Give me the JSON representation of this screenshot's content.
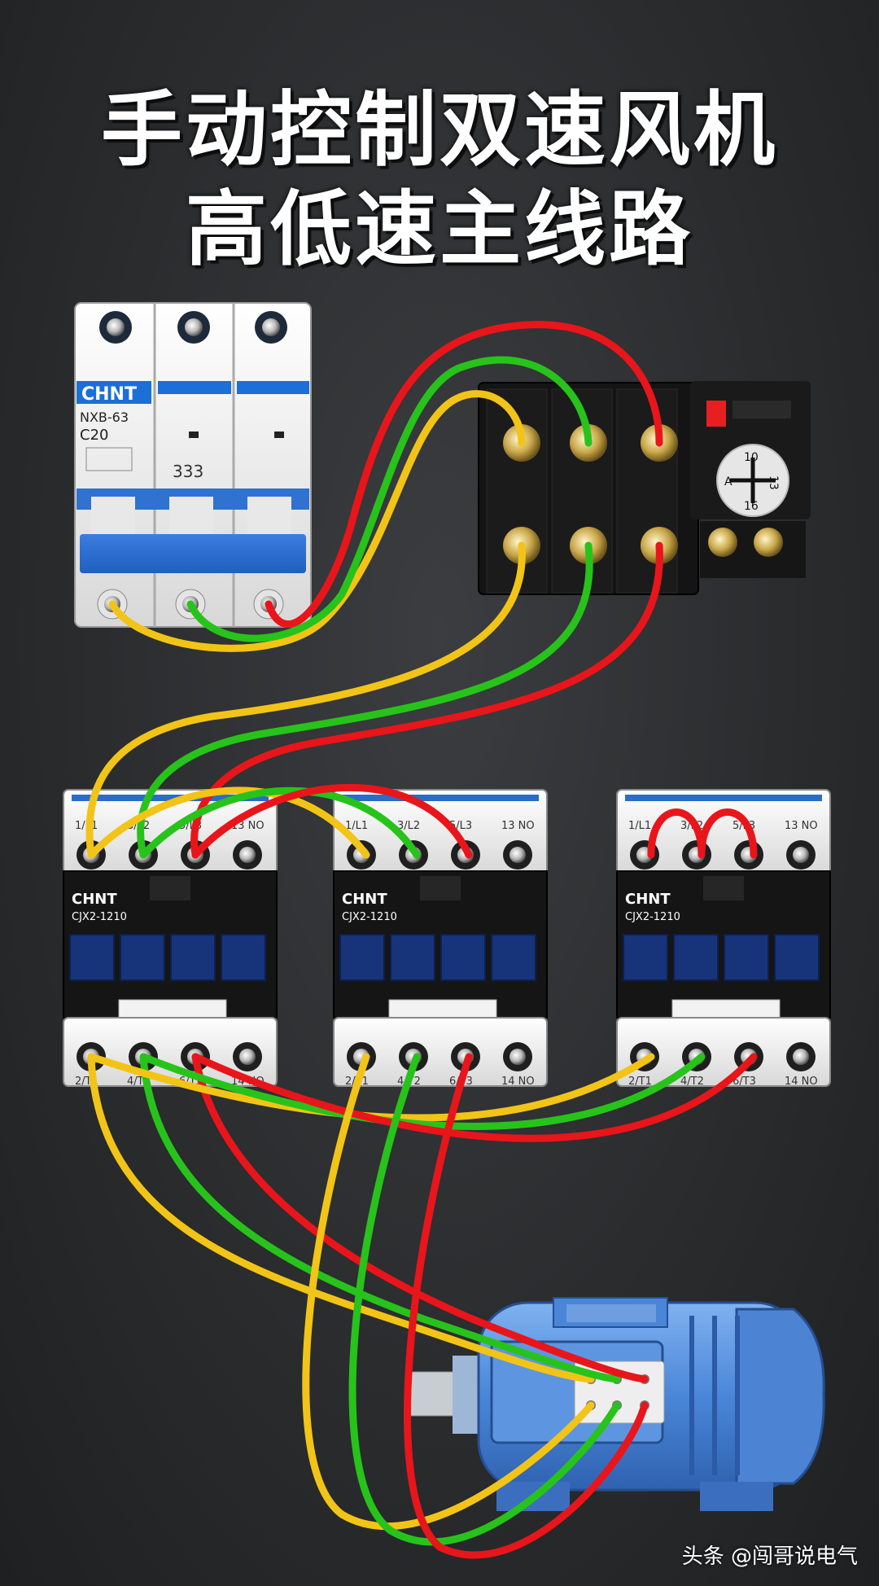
{
  "title": {
    "line1": "手动控制双速风机",
    "line2": "高低速主线路"
  },
  "breaker": {
    "brand": "CHNT",
    "model": "NXB-63",
    "rating": "C20",
    "numbers": "333"
  },
  "contactors": [
    {
      "brand": "CHNT",
      "model": "CJX2-1210",
      "top_terminals": [
        "1/L1",
        "3/L2",
        "5/L3",
        "13 NO"
      ],
      "bottom_terminals": [
        "2/T1",
        "4/T2",
        "6/T3",
        "14 NO"
      ]
    },
    {
      "brand": "CHNT",
      "model": "CJX2-1210",
      "top_terminals": [
        "1/L1",
        "3/L2",
        "5/L3",
        "13 NO"
      ],
      "bottom_terminals": [
        "2/T1",
        "4/T2",
        "6/T3",
        "14 NO"
      ]
    },
    {
      "brand": "CHNT",
      "model": "CJX2-1210",
      "top_terminals": [
        "1/L1",
        "3/L2",
        "5/L3",
        "13 NO"
      ],
      "bottom_terminals": [
        "2/T1",
        "4/T2",
        "6/T3",
        "14 NO"
      ]
    }
  ],
  "relay": {
    "dial_numbers": [
      "10",
      "13",
      "16"
    ],
    "dial_letter": "A"
  },
  "watermark": "头条 @闯哥说电气",
  "wire_colors": {
    "yellow": "#f2c417",
    "green": "#27c31b",
    "red": "#e8151b"
  }
}
